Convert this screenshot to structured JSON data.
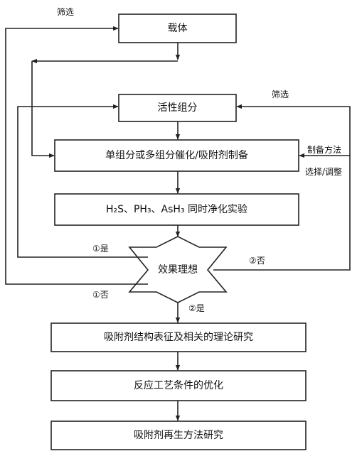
{
  "boxes": {
    "carrier": "载体",
    "active_component": "活性组分",
    "catalyst_prep": "单组分或多组分催化/吸附剂制备",
    "purification_test": "H₂S、PH₃、AsH₃ 同时净化实验",
    "effect_check": "效果理想",
    "characterization": "吸附剂结构表征及相关的理论研究",
    "process_optimization": "反应工艺条件的优化",
    "regeneration": "吸附剂再生方法研究"
  },
  "edge_labels": {
    "screen_top_left": "筛选",
    "screen_right": "筛选",
    "prep_method": "制备方法",
    "select_adjust": "选择/调整",
    "yes_1": "①是",
    "no_1": "①否",
    "no_2": "②否",
    "yes_2": "②是"
  }
}
